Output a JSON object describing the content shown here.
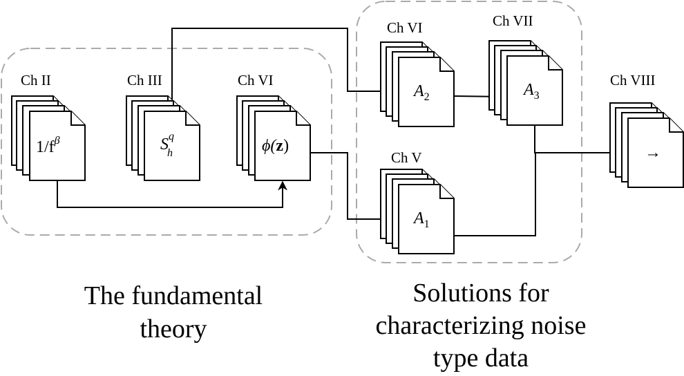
{
  "groups": {
    "fundamental": {
      "caption_line1": "The fundamental",
      "caption_line2": "theory"
    },
    "solutions": {
      "caption_line1": "Solutions for",
      "caption_line2": "characterizing noise",
      "caption_line3": "type data"
    }
  },
  "nodes": {
    "inv_f": {
      "chapter": "Ch II",
      "symbol_main": "1/f",
      "symbol_sup": "β"
    },
    "s_hq": {
      "chapter": "Ch III",
      "symbol_main": "S",
      "symbol_sub": "h",
      "symbol_sup": "q"
    },
    "phi_z": {
      "chapter": "Ch VI",
      "symbol_main": "ϕ(",
      "symbol_bold": "z",
      "symbol_close": ")"
    },
    "a2": {
      "chapter": "Ch VI",
      "symbol_main": "A",
      "symbol_sub": "2"
    },
    "a3": {
      "chapter": "Ch VII",
      "symbol_main": "A",
      "symbol_sub": "3"
    },
    "a1": {
      "chapter": "Ch V",
      "symbol_main": "A",
      "symbol_sub": "1"
    },
    "arrow_out": {
      "chapter": "Ch VIII",
      "symbol_main": "→"
    }
  },
  "edges": [
    {
      "from": "inv_f",
      "to": "phi_z"
    },
    {
      "from": "s_hq",
      "to": "a2"
    },
    {
      "from": "phi_z",
      "to": "a1"
    },
    {
      "from": "a2",
      "to": "a3"
    },
    {
      "from": "a3",
      "to": "arrow_out"
    },
    {
      "from": "a1",
      "to": "arrow_out"
    }
  ]
}
